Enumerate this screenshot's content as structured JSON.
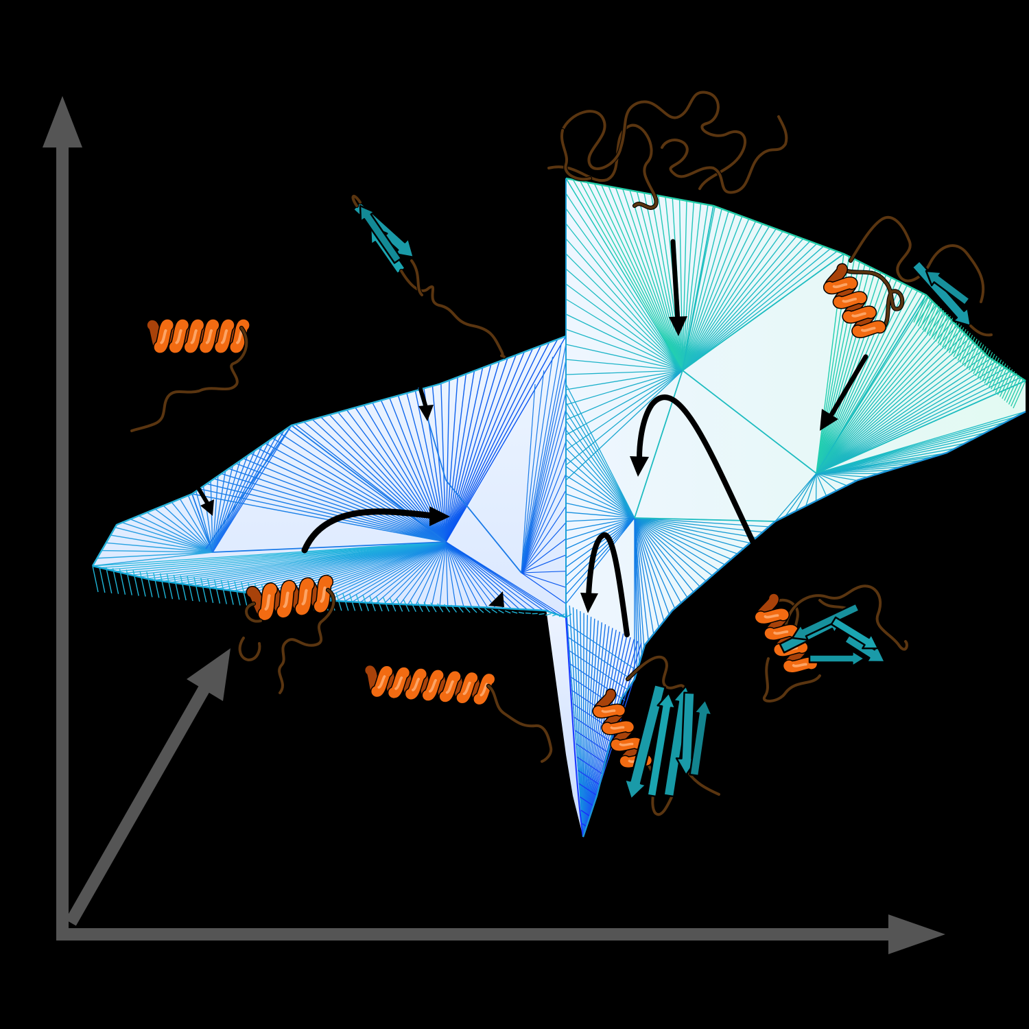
{
  "figure": {
    "background": "#000000",
    "colors": {
      "axis": "#555555",
      "arrow": "#000000",
      "helix": "#f26b12",
      "helix_dark": "#a8420a",
      "strand": "#1a9aa8",
      "strand_dark": "#0d6470",
      "coil": "#5a3510",
      "mesh_blue": "#0a5ff0",
      "mesh_teal": "#1ec8b4",
      "mesh_deep": "#1414ff",
      "fill_light": "#f4f8ff",
      "fill_teal_light": "#eafaf6"
    },
    "axes": [
      "y-axis-arrow",
      "x-axis-arrow",
      "z-axis-arrow"
    ],
    "surface": {
      "description_free": true,
      "regions": [
        "left-wing",
        "right-wing",
        "central-funnel"
      ]
    },
    "structures": [
      {
        "name": "unfolded-coil-structure"
      },
      {
        "name": "hairpin-strand-structure"
      },
      {
        "name": "helix-tail-structure-upper"
      },
      {
        "name": "helix-strand-structure-right"
      },
      {
        "name": "helix-tail-structure-lower"
      },
      {
        "name": "helix-coil-structure-bottom"
      },
      {
        "name": "folded-structure-funnel"
      },
      {
        "name": "folded-structure-right"
      }
    ]
  }
}
